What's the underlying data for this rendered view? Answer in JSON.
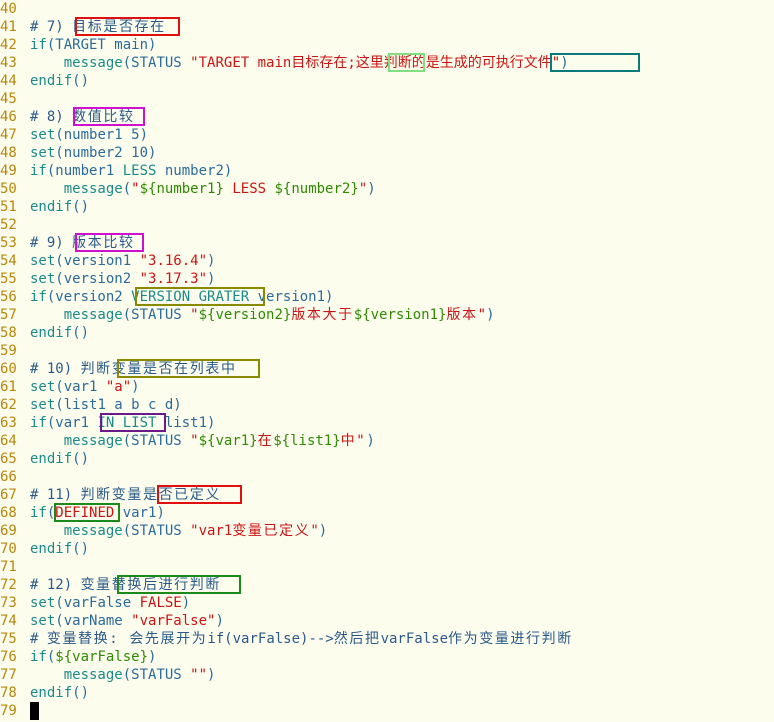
{
  "lines": [
    {
      "no": "40",
      "segments": []
    },
    {
      "no": "41",
      "segments": [
        {
          "t": "# 7) ",
          "c": "cmt"
        },
        {
          "t": "目标是否存在",
          "c": "cmt cjk"
        }
      ]
    },
    {
      "no": "42",
      "segments": [
        {
          "t": "if",
          "c": "kw"
        },
        {
          "t": "(TARGET main)",
          "c": "code"
        }
      ]
    },
    {
      "no": "43",
      "segments": [
        {
          "t": "    "
        },
        {
          "t": "message",
          "c": "kw"
        },
        {
          "t": "(STATUS ",
          "c": "code"
        },
        {
          "t": "\"TARGET main目标存在;这里判断的是生成的可执行文件\"",
          "c": "str"
        },
        {
          "t": ")",
          "c": "code"
        }
      ]
    },
    {
      "no": "44",
      "segments": [
        {
          "t": "endif",
          "c": "kw"
        },
        {
          "t": "()",
          "c": "code"
        }
      ]
    },
    {
      "no": "45",
      "segments": []
    },
    {
      "no": "46",
      "segments": [
        {
          "t": "# 8) ",
          "c": "cmt"
        },
        {
          "t": "数值比较",
          "c": "cmt cjk"
        }
      ]
    },
    {
      "no": "47",
      "segments": [
        {
          "t": "set",
          "c": "kw"
        },
        {
          "t": "(number1 5)",
          "c": "code"
        }
      ]
    },
    {
      "no": "48",
      "segments": [
        {
          "t": "set",
          "c": "kw"
        },
        {
          "t": "(number2 10)",
          "c": "code"
        }
      ]
    },
    {
      "no": "49",
      "segments": [
        {
          "t": "if",
          "c": "kw"
        },
        {
          "t": "(number1 ",
          "c": "code"
        },
        {
          "t": "LESS",
          "c": "kw"
        },
        {
          "t": " number2)",
          "c": "code"
        }
      ]
    },
    {
      "no": "50",
      "segments": [
        {
          "t": "    "
        },
        {
          "t": "message",
          "c": "kw"
        },
        {
          "t": "(",
          "c": "code"
        },
        {
          "t": "\"",
          "c": "str"
        },
        {
          "t": "${number1}",
          "c": "var"
        },
        {
          "t": " LESS ",
          "c": "str"
        },
        {
          "t": "${number2}",
          "c": "var"
        },
        {
          "t": "\"",
          "c": "str"
        },
        {
          "t": ")",
          "c": "code"
        }
      ]
    },
    {
      "no": "51",
      "segments": [
        {
          "t": "endif",
          "c": "kw"
        },
        {
          "t": "()",
          "c": "code"
        }
      ]
    },
    {
      "no": "52",
      "segments": []
    },
    {
      "no": "53",
      "segments": [
        {
          "t": "# 9) ",
          "c": "cmt"
        },
        {
          "t": "版本比较",
          "c": "cmt cjk"
        }
      ]
    },
    {
      "no": "54",
      "segments": [
        {
          "t": "set",
          "c": "kw"
        },
        {
          "t": "(version1 ",
          "c": "code"
        },
        {
          "t": "\"3.16.4\"",
          "c": "str"
        },
        {
          "t": ")",
          "c": "code"
        }
      ]
    },
    {
      "no": "55",
      "segments": [
        {
          "t": "set",
          "c": "kw"
        },
        {
          "t": "(version2 ",
          "c": "code"
        },
        {
          "t": "\"3.17.3\"",
          "c": "str"
        },
        {
          "t": ")",
          "c": "code"
        }
      ]
    },
    {
      "no": "56",
      "segments": [
        {
          "t": "if",
          "c": "kw"
        },
        {
          "t": "(version2 ",
          "c": "code"
        },
        {
          "t": "VERSION_GRATER",
          "c": "kw"
        },
        {
          "t": " version1)",
          "c": "code"
        }
      ]
    },
    {
      "no": "57",
      "segments": [
        {
          "t": "    "
        },
        {
          "t": "message",
          "c": "kw"
        },
        {
          "t": "(STATUS ",
          "c": "code"
        },
        {
          "t": "\"",
          "c": "str"
        },
        {
          "t": "${version2}",
          "c": "var"
        },
        {
          "t": "版本大于",
          "c": "str cjk"
        },
        {
          "t": "${version1}",
          "c": "var"
        },
        {
          "t": "版本",
          "c": "str cjk"
        },
        {
          "t": "\"",
          "c": "str"
        },
        {
          "t": ")",
          "c": "code"
        }
      ]
    },
    {
      "no": "58",
      "segments": [
        {
          "t": "endif",
          "c": "kw"
        },
        {
          "t": "()",
          "c": "code"
        }
      ]
    },
    {
      "no": "59",
      "segments": []
    },
    {
      "no": "60",
      "segments": [
        {
          "t": "# 10) ",
          "c": "cmt"
        },
        {
          "t": "判断变量是否在列表中",
          "c": "cmt cjk"
        }
      ]
    },
    {
      "no": "61",
      "segments": [
        {
          "t": "set",
          "c": "kw"
        },
        {
          "t": "(var1 ",
          "c": "code"
        },
        {
          "t": "\"a\"",
          "c": "str"
        },
        {
          "t": ")",
          "c": "code"
        }
      ]
    },
    {
      "no": "62",
      "segments": [
        {
          "t": "set",
          "c": "kw"
        },
        {
          "t": "(list1 a b c d)",
          "c": "code"
        }
      ]
    },
    {
      "no": "63",
      "segments": [
        {
          "t": "if",
          "c": "kw"
        },
        {
          "t": "(var1 ",
          "c": "code"
        },
        {
          "t": "IN_LIST",
          "c": "kw"
        },
        {
          "t": " list1)",
          "c": "code"
        }
      ]
    },
    {
      "no": "64",
      "segments": [
        {
          "t": "    "
        },
        {
          "t": "message",
          "c": "kw"
        },
        {
          "t": "(STATUS ",
          "c": "code"
        },
        {
          "t": "\"",
          "c": "str"
        },
        {
          "t": "${var1}",
          "c": "var"
        },
        {
          "t": "在",
          "c": "str cjk"
        },
        {
          "t": "${list1}",
          "c": "var"
        },
        {
          "t": "中\"",
          "c": "str cjk"
        },
        {
          "t": ")",
          "c": "code"
        }
      ]
    },
    {
      "no": "65",
      "segments": [
        {
          "t": "endif",
          "c": "kw"
        },
        {
          "t": "()",
          "c": "code"
        }
      ]
    },
    {
      "no": "66",
      "segments": []
    },
    {
      "no": "67",
      "segments": [
        {
          "t": "# 11) ",
          "c": "cmt"
        },
        {
          "t": "判断变量是否已定义",
          "c": "cmt cjk"
        }
      ]
    },
    {
      "no": "68",
      "segments": [
        {
          "t": "if",
          "c": "kw"
        },
        {
          "t": "(",
          "c": "code"
        },
        {
          "t": "DEFINED",
          "c": "str"
        },
        {
          "t": " var1)",
          "c": "code"
        }
      ]
    },
    {
      "no": "69",
      "segments": [
        {
          "t": "    "
        },
        {
          "t": "message",
          "c": "kw"
        },
        {
          "t": "(STATUS ",
          "c": "code"
        },
        {
          "t": "\"var1",
          "c": "str"
        },
        {
          "t": "变量已定义",
          "c": "str cjk"
        },
        {
          "t": "\"",
          "c": "str"
        },
        {
          "t": ")",
          "c": "code"
        }
      ]
    },
    {
      "no": "70",
      "segments": [
        {
          "t": "endif",
          "c": "kw"
        },
        {
          "t": "()",
          "c": "code"
        }
      ]
    },
    {
      "no": "71",
      "segments": []
    },
    {
      "no": "72",
      "segments": [
        {
          "t": "# 12) ",
          "c": "cmt"
        },
        {
          "t": "变量替换后进行判断",
          "c": "cmt cjk"
        }
      ]
    },
    {
      "no": "73",
      "segments": [
        {
          "t": "set",
          "c": "kw"
        },
        {
          "t": "(varFalse ",
          "c": "code"
        },
        {
          "t": "FALSE",
          "c": "str"
        },
        {
          "t": ")",
          "c": "code"
        }
      ]
    },
    {
      "no": "74",
      "segments": [
        {
          "t": "set",
          "c": "kw"
        },
        {
          "t": "(varName ",
          "c": "code"
        },
        {
          "t": "\"varFalse\"",
          "c": "str"
        },
        {
          "t": ")",
          "c": "code"
        }
      ]
    },
    {
      "no": "75",
      "segments": [
        {
          "t": "# ",
          "c": "cmt"
        },
        {
          "t": "变量替换: 会先展开为",
          "c": "cmt cjk"
        },
        {
          "t": "if(varFalse)-->",
          "c": "cmt"
        },
        {
          "t": "然后把",
          "c": "cmt cjk"
        },
        {
          "t": "varFalse",
          "c": "cmt"
        },
        {
          "t": "作为变量进行判断",
          "c": "cmt cjk"
        }
      ]
    },
    {
      "no": "76",
      "segments": [
        {
          "t": "if",
          "c": "kw"
        },
        {
          "t": "(",
          "c": "code"
        },
        {
          "t": "${varFalse}",
          "c": "var"
        },
        {
          "t": ")",
          "c": "code"
        }
      ]
    },
    {
      "no": "77",
      "segments": [
        {
          "t": "    "
        },
        {
          "t": "message",
          "c": "kw"
        },
        {
          "t": "(STATUS ",
          "c": "code"
        },
        {
          "t": "\"\"",
          "c": "str"
        },
        {
          "t": ")",
          "c": "code"
        }
      ]
    },
    {
      "no": "78",
      "segments": [
        {
          "t": "endif",
          "c": "kw"
        },
        {
          "t": "()",
          "c": "code"
        }
      ]
    },
    {
      "no": "79",
      "segments": []
    }
  ],
  "highlight_colors": {
    "red": "#e01010",
    "magenta": "#d010d0",
    "olive": "#8a8a00",
    "teal": "#0a7a7a",
    "light_green": "#80e080",
    "purple": "#6a1a8a",
    "green": "#1a8a1a"
  }
}
